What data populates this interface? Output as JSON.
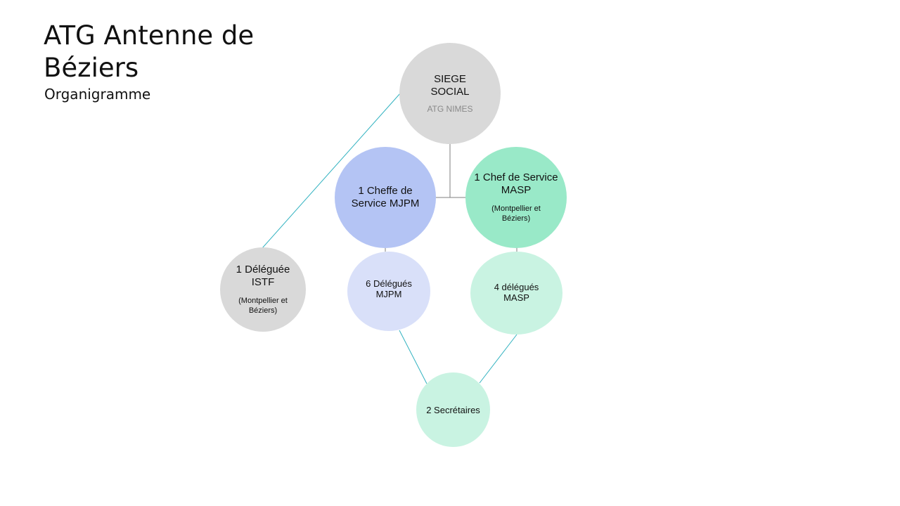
{
  "slide": {
    "title": "ATG Antenne de Béziers",
    "subtitle": "Organigramme"
  },
  "colors": {
    "grey": "#d9d9d9",
    "blue_dark": "#b4c4f4",
    "blue_light": "#d9e0f9",
    "green_dark": "#99e9c8",
    "green_light": "#c9f3e2",
    "teal_line": "#31b2c0",
    "grey_line": "#7f7f7f"
  },
  "nodes": {
    "siege": {
      "label": "SIEGE SOCIAL",
      "sub": "ATG NIMES"
    },
    "cheffe_mjpm": {
      "label": "1 Cheffe de Service MJPM"
    },
    "chef_masp": {
      "label": "1 Chef de Service MASP",
      "note": "(Montpellier et Béziers)"
    },
    "deleguee_istf": {
      "label": "1 Déléguée ISTF",
      "note": "(Montpellier et Béziers)"
    },
    "delegues_mjpm": {
      "label": "6 Délégués MJPM"
    },
    "delegues_masp": {
      "label": "4 délégués MASP"
    },
    "secretaires": {
      "label": "2 Secrétaires"
    }
  }
}
